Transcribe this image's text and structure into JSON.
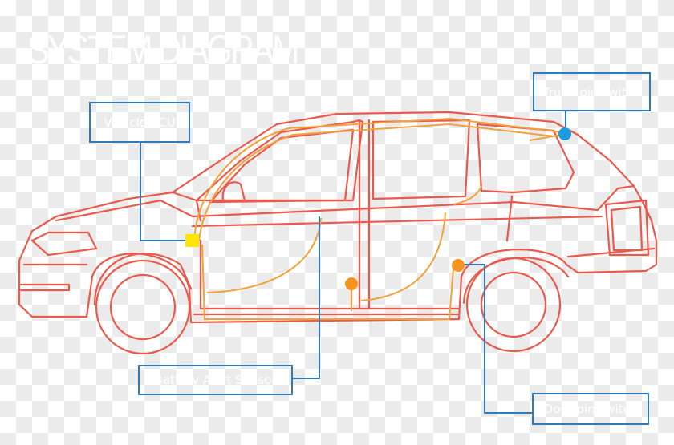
{
  "title": "SYSTEM DIAGRAM",
  "labels": {
    "vehicle_ecu": "Vehicle ECU",
    "trunk_pin_switch": "Trunk pin switch",
    "battery_alert_sensor": "Battery Alert Sensor",
    "door_pin_switch": "Door pin switch"
  },
  "colors": {
    "car_outline": "#ea5a4c",
    "wiring": "#f2a23a",
    "ecu_marker": "#ffe600",
    "trunk_switch_marker": "#1a9be0",
    "sensor_marker": "#f7941d",
    "callout": "#2f7ab8",
    "text": "#ffffff"
  }
}
